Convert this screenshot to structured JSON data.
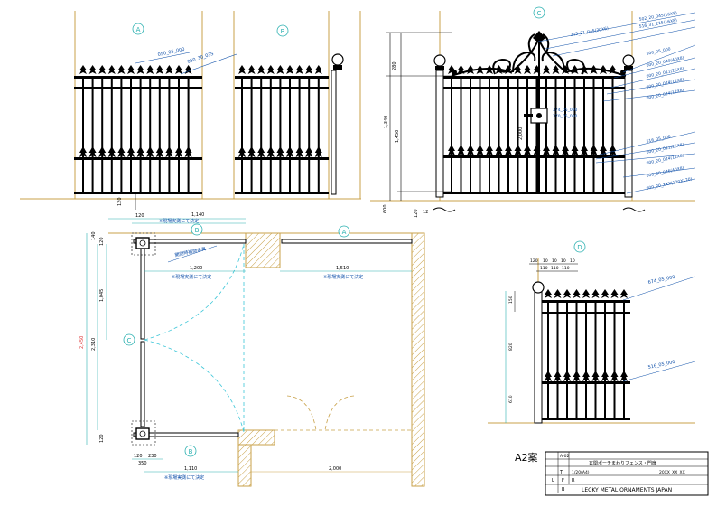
{
  "markers": {
    "A": "A",
    "B": "B",
    "C": "C",
    "D": "D"
  },
  "elev_ab": {
    "label_a": "050_05_000",
    "label_b": "050_30_035",
    "dim_120": "120"
  },
  "elev_c": {
    "dim_280": "280",
    "dim_1340": "1,340",
    "dim_1450": "1,450",
    "dim_600": "600",
    "dim_120": "120",
    "dim_12": "12",
    "dim_center": "2,000",
    "callouts_top": [
      "315_21_045(20X6)",
      "502_20_045(16X8)",
      "516_31_215(16X8)"
    ],
    "callouts_right": [
      "500_05_000",
      "000_20_040(40X8)",
      "000_20_011(25X8)",
      "000_20_024(12X8)",
      "000_20_024(12X8)"
    ],
    "callouts_lower": [
      "516_05_000",
      "000_20_011(25X8)",
      "000_20_024(12X8)",
      "000_20_046(40X8)",
      "000_20_XXX(120X120)"
    ],
    "lock_labels": [
      "374_05_000",
      "370_05_000"
    ]
  },
  "plan": {
    "dim_140": "140",
    "dim_1140": "1,140",
    "dim_120": "120",
    "note_top": "※現場実測にて決定",
    "note_door": "開閉時補助金具",
    "dim_1200": "1,200",
    "dim_1510": "1,510",
    "note_mid_left": "※現場実測にて決定",
    "note_mid_right": "※現場実測にて決定",
    "dim_left_total": "2,450",
    "dim_left_a": "1,045",
    "dim_left_b": "2,310",
    "dim_left_c": "120",
    "dim_left_d": "120",
    "dim_bot_120": "120",
    "dim_bot_230": "230",
    "dim_bot_350": "350",
    "dim_bot_1110": "1,110",
    "note_bottom": "※現場実測にて決定",
    "dim_bot_2000": "2,000"
  },
  "elev_d": {
    "dims_top": [
      "120",
      "10",
      "10",
      "10",
      "10"
    ],
    "dims_top2": [
      "110",
      "110",
      "110"
    ],
    "dim_150": "150",
    "dim_820": "820",
    "dim_610": "610",
    "label_1": "674_05_000",
    "label_2": "516_05_000"
  },
  "title": {
    "plan_name": "A2案",
    "no_label": "A-02",
    "project": "玄関ポーチまわりフェンス・門扉",
    "scale": "1/20(A4)",
    "date": "20XX_XX_XX",
    "t": "T",
    "l": "L",
    "f": "F",
    "r": "R",
    "b": "B",
    "company": "LECKY METAL ORNAMENTS JAPAN"
  },
  "colors": {
    "line": "#000000",
    "dim": "#2ab0b0",
    "wall": "#c9a24a",
    "swing": "#3cc6d8",
    "note": "#0b4da8"
  }
}
